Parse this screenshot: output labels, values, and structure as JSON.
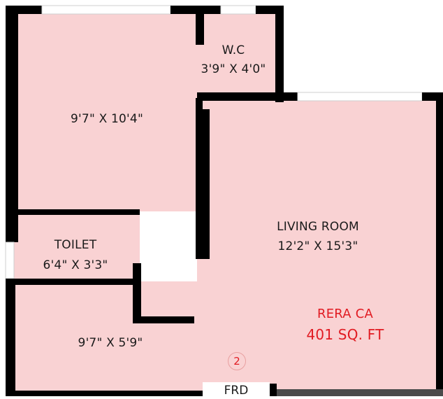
{
  "rooms": {
    "bedroom": {
      "dims": "9'7\" X 10'4\""
    },
    "wc": {
      "name": "W.C",
      "dims": "3'9\" X 4'0\""
    },
    "toilet": {
      "name": "TOILET",
      "dims": "6'4\" X 3'3\""
    },
    "kitchen": {
      "dims": "9'7\" X 5'9\""
    },
    "living": {
      "name": "LIVING ROOM",
      "dims": "12'2\" X 15'3\""
    }
  },
  "rera": {
    "label": "RERA CA",
    "area": "401 SQ. FT"
  },
  "unit_marker": "2",
  "frd_label": "FRD",
  "colors": {
    "floor": "#f9d2d3",
    "wall": "#000000",
    "window": "#ffffff",
    "text_accent": "#e11b22"
  }
}
